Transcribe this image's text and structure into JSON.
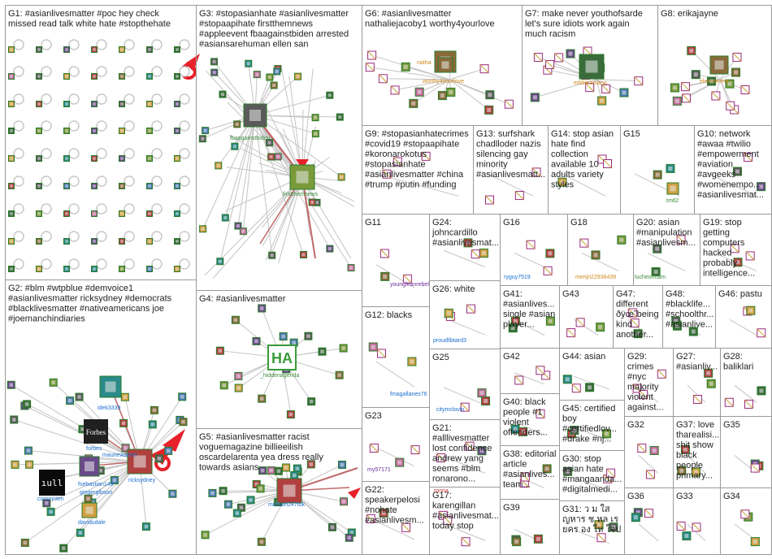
{
  "colors": {
    "box_border": "#9a9a9a",
    "edge_gray": "#c4c4c4",
    "edge_red": "#c0686a",
    "label_green": "#3c8a3c",
    "label_blue": "#1a6ed0",
    "label_orange": "#d08a1a",
    "label_purple": "#6a2a9a",
    "label_red": "#c03030",
    "arrow_red": "#e8202a"
  },
  "groups": [
    {
      "id": "G1",
      "lines": [
        "G1: #asianlivesmatter #poc hey check",
        "missed read talk white hate #stopthehate"
      ]
    },
    {
      "id": "G2",
      "lines": [
        "G2: #blm #wtpblue #demvoice1",
        "#asianlivesmatter ricksydney #democrats",
        "#blacklivesmatter #nativeamericans joe",
        "#joemanchindiaries"
      ]
    },
    {
      "id": "G3",
      "lines": [
        "G3: #stopasianhate #asianlivesmatter",
        "#stopaapihate firstthemnews",
        "#appleevent fbaagainstbiden arrested",
        "#asiansarehuman ellen san"
      ]
    },
    {
      "id": "G4",
      "lines": [
        "G4: #asianlivesmatter"
      ]
    },
    {
      "id": "G5",
      "lines": [
        "G5: #asianlivesmatter racist",
        "voguemagazine billieeilish",
        "oscardelarenta yea dress really",
        "towards asians"
      ]
    },
    {
      "id": "G6",
      "lines": [
        "G6: #asianlivesmatter",
        "nathaliejacoby1 worthy4yourlove"
      ]
    },
    {
      "id": "G7",
      "lines": [
        "G7: make never youthofsarde",
        "let's sure idiots work again",
        "much racism"
      ]
    },
    {
      "id": "G8",
      "lines": [
        "G8: erikajayne"
      ]
    },
    {
      "id": "G9",
      "lines": [
        "G9: #stopasianhatecrimes",
        "#covid19 #stopaapihate",
        "#koronarokotus",
        "#stopasianhate",
        "#asianlivesmatter #china",
        "#trump #putin #funding"
      ]
    },
    {
      "id": "G13",
      "lines": [
        "G13: surfshark",
        "chadlloder nazis",
        "silencing gay",
        "minority",
        "#asianlivesmatt..."
      ]
    },
    {
      "id": "G14",
      "lines": [
        "G14: stop asian",
        "hate find",
        "collection",
        "available 10",
        "adults variety",
        "styles"
      ]
    },
    {
      "id": "G15",
      "lines": [
        "G15"
      ]
    },
    {
      "id": "G10",
      "lines": [
        "G10: network",
        "#awaa #twilio",
        "#empowerment",
        "#aviation",
        "#avgeeks",
        "#womenempo...",
        "#asianlivesmat..."
      ]
    },
    {
      "id": "G11",
      "lines": [
        "G11"
      ]
    },
    {
      "id": "G24",
      "lines": [
        "G24:",
        "johncardillo",
        "#asianlivesmat..."
      ]
    },
    {
      "id": "G16",
      "lines": [
        "G16"
      ]
    },
    {
      "id": "G18",
      "lines": [
        "G18"
      ]
    },
    {
      "id": "G20",
      "lines": [
        "G20: asian",
        "#manipulation",
        "#asianlivesm..."
      ]
    },
    {
      "id": "G19",
      "lines": [
        "G19: stop",
        "getting",
        "computers",
        "hacked",
        "probably",
        "intelligence..."
      ]
    },
    {
      "id": "G26",
      "lines": [
        "G26: white"
      ]
    },
    {
      "id": "G41",
      "lines": [
        "G41:",
        "#asianlives...",
        "single #asian",
        "player..."
      ]
    },
    {
      "id": "G43",
      "lines": [
        "G43"
      ]
    },
    {
      "id": "G47",
      "lines": [
        "G47:",
        "different",
        "ðÿœ˜being",
        "kind",
        "another..."
      ]
    },
    {
      "id": "G48",
      "lines": [
        "G48:",
        "#blacklife...",
        "#schoolthr...",
        "#asianlive..."
      ]
    },
    {
      "id": "G46",
      "lines": [
        "G46: pastu"
      ]
    },
    {
      "id": "G12",
      "lines": [
        "G12: blacks"
      ]
    },
    {
      "id": "G42",
      "lines": [
        "G42"
      ]
    },
    {
      "id": "G25",
      "lines": [
        "G25"
      ]
    },
    {
      "id": "G44",
      "lines": [
        "G44: asian"
      ]
    },
    {
      "id": "G29",
      "lines": [
        "G29:",
        "crimes",
        "#nyc",
        "majority",
        "violent",
        "against..."
      ]
    },
    {
      "id": "G27",
      "lines": [
        "G27:",
        "#asianliv..."
      ]
    },
    {
      "id": "G28",
      "lines": [
        "G28:",
        "baliklari"
      ]
    },
    {
      "id": "G40",
      "lines": [
        "G40: black",
        "people #1",
        "violent",
        "offenders..."
      ]
    },
    {
      "id": "G45",
      "lines": [
        "G45: certified",
        "boy",
        "#certifiedlov...",
        "#drake #nj..."
      ]
    },
    {
      "id": "G23",
      "lines": [
        "G23"
      ]
    },
    {
      "id": "G21",
      "lines": [
        "G21:",
        "#alllivesmatter",
        "lost confidence",
        "andrew yang",
        "seems #blm",
        "ronarono..."
      ]
    },
    {
      "id": "G32",
      "lines": [
        "G32"
      ]
    },
    {
      "id": "G37",
      "lines": [
        "G37: love",
        "tharealisi...",
        "shit show",
        "black",
        "people",
        "primary..."
      ]
    },
    {
      "id": "G35",
      "lines": [
        "G35"
      ]
    },
    {
      "id": "G38",
      "lines": [
        "G38: editorial",
        "article",
        "#asianlives...",
        "team..."
      ]
    },
    {
      "id": "G30",
      "lines": [
        "G30: stop",
        "asian hate",
        "#mangaanda...",
        "#digitalmedi..."
      ]
    },
    {
      "id": "G22",
      "lines": [
        "G22:",
        "speakerpelosi",
        "#nohate",
        "#asianlivesm..."
      ]
    },
    {
      "id": "G17",
      "lines": [
        "G17:",
        "karengillan",
        "#asianlivesmat...",
        "today stop"
      ]
    },
    {
      "id": "G39",
      "lines": [
        "G39"
      ]
    },
    {
      "id": "G31",
      "lines": [
        "G31: ว ม ใส",
        "ญหาร ช หล เร",
        "ยคร อง ให ใจป"
      ]
    },
    {
      "id": "G36",
      "lines": [
        "G36"
      ]
    },
    {
      "id": "G33",
      "lines": [
        "G33"
      ]
    },
    {
      "id": "G34",
      "lines": [
        "G34"
      ]
    }
  ],
  "vertex_labels": [
    {
      "key": "fbaagainstbiden",
      "text": "fbaagainstbiden",
      "color": "label_green"
    },
    {
      "key": "firstthemnews",
      "text": "firstthemnews",
      "color": "label_green"
    },
    {
      "key": "hiddenagenda",
      "text": "_hiddenagenda",
      "color": "label_green"
    },
    {
      "key": "michael247tok",
      "text": "michael247tok",
      "color": "label_blue"
    },
    {
      "key": "nathaliejacoby1",
      "text": "natha",
      "color": "label_orange"
    },
    {
      "key": "worthy4yourlove",
      "text": "worthy4yourlove",
      "color": "label_orange"
    },
    {
      "key": "eddieramano",
      "text": "eddieramano",
      "color": "label_orange"
    },
    {
      "key": "elexusirene",
      "text": "elexusirene",
      "color": "label_orange"
    },
    {
      "key": "tmtl2",
      "text": "tmtl2",
      "color": "label_green"
    },
    {
      "key": "youngleanrebel",
      "text": "youngleanrebel",
      "color": "label_purple"
    },
    {
      "key": "ryguy7519",
      "text": "ryguy7519",
      "color": "label_blue"
    },
    {
      "key": "merijn22936439",
      "text": "merijn22936439",
      "color": "label_orange"
    },
    {
      "key": "lucheonham",
      "text": "lucheonham",
      "color": "label_green"
    },
    {
      "key": "proudlibtard3",
      "text": "proudlibtard3",
      "color": "label_blue"
    },
    {
      "key": "fmagallanes76",
      "text": "fmagallanes76",
      "color": "label_blue"
    },
    {
      "key": "citymclovin",
      "text": "citymclovin",
      "color": "label_blue"
    },
    {
      "key": "my57171",
      "text": "my57171",
      "color": "label_purple"
    },
    {
      "key": "idek3339",
      "text": "idek3339",
      "color": "label_blue"
    },
    {
      "key": "forbes",
      "text": "forbes",
      "color": "label_blue"
    },
    {
      "key": "mauriewarner",
      "text": "mauriewarner",
      "color": "label_blue"
    },
    {
      "key": "ricksydney",
      "text": "ricksydney",
      "color": "label_blue"
    },
    {
      "key": "fsebastian146",
      "text": "fsebastian146",
      "color": "label_blue"
    },
    {
      "key": "gingergibson",
      "text": "gingergibson",
      "color": "label_blue"
    },
    {
      "key": "commnten",
      "text": "commnten",
      "color": "label_blue"
    },
    {
      "key": "davidudale",
      "text": "davidudale",
      "color": "label_blue"
    },
    {
      "key": "ronna",
      "text": "ronna",
      "color": "label_red"
    }
  ],
  "image_texts": {
    "forbes_logo": "Forbes",
    "null_logo": "ıull",
    "ha_logo": "HA"
  }
}
